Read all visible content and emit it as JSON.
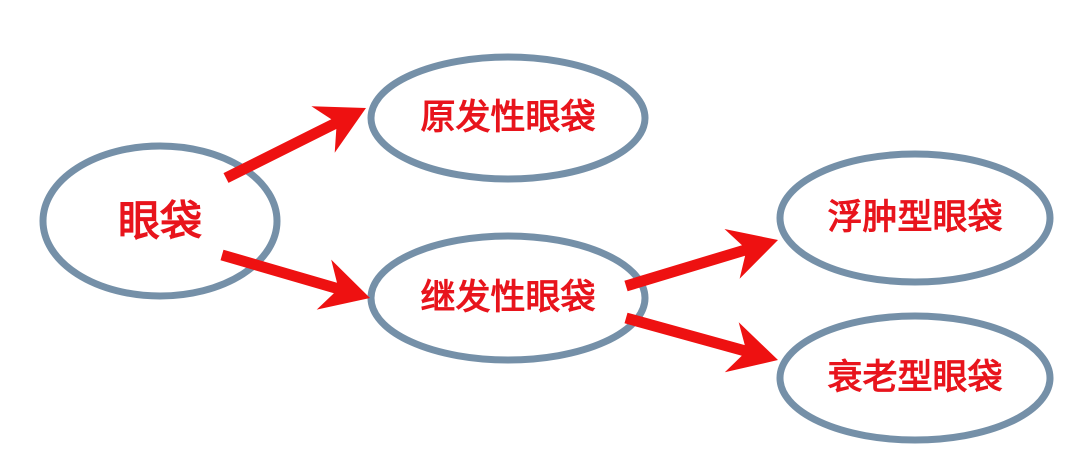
{
  "colors": {
    "node_stroke": "#7590a8",
    "text": "#e8141c",
    "arrow": "#ee1111"
  },
  "nodes": [
    {
      "id": "root",
      "label": "眼袋"
    },
    {
      "id": "primary",
      "label": "原发性眼袋"
    },
    {
      "id": "secondary",
      "label": "继发性眼袋"
    },
    {
      "id": "edema",
      "label": "浮肿型眼袋"
    },
    {
      "id": "aging",
      "label": "衰老型眼袋"
    }
  ],
  "edges": [
    {
      "from": "root",
      "to": "primary"
    },
    {
      "from": "root",
      "to": "secondary"
    },
    {
      "from": "secondary",
      "to": "edema"
    },
    {
      "from": "secondary",
      "to": "aging"
    }
  ]
}
